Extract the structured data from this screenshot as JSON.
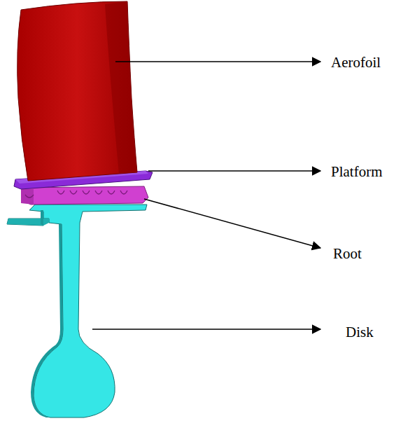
{
  "diagram": {
    "labels": [
      "Aerofoil",
      "Platform",
      "Root",
      "Disk"
    ]
  }
}
